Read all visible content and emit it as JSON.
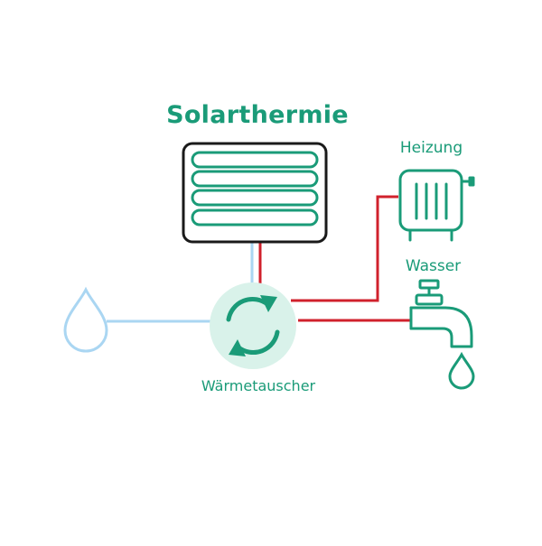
{
  "diagram": {
    "title": "Solarthermie",
    "nodes": {
      "collector": {},
      "heat_exchanger": {
        "label": "Wärmetauscher"
      },
      "heating": {
        "label": "Heizung"
      },
      "water_tap": {
        "label": "Wasser"
      },
      "cold_water_source": {},
      "hot_water_drop": {}
    },
    "colors": {
      "green": "#1a9b78",
      "green_light": "#d9f2ea",
      "hot_pipe": "#d0212c",
      "cold_pipe": "#aad6f2",
      "frame": "#1a1a1a"
    },
    "icons": {
      "collector": "solar-collector-icon",
      "exchanger": "cycle-arrows-icon",
      "heating": "radiator-icon",
      "tap": "water-tap-icon",
      "drop": "water-drop-icon"
    }
  }
}
